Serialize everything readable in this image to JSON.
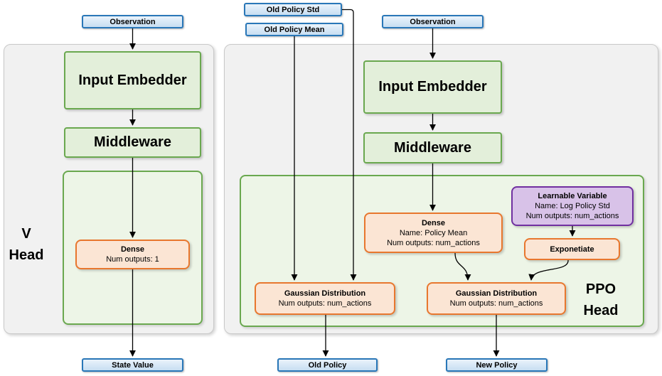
{
  "colors": {
    "blue_fill_top": "#eaf3fb",
    "blue_fill_bottom": "#c7def2",
    "blue_border": "#2977b8",
    "green_fill": "#e3efda",
    "green_border": "#6aa84f",
    "container_fill": "#edf5e7",
    "orange_fill": "#fbe5d4",
    "orange_border": "#e8772e",
    "purple_fill": "#d8c2e8",
    "purple_border": "#7030a0",
    "panel_fill": "#f1f1f1",
    "panel_border": "#c9c9c9",
    "arrow_color": "#000000"
  },
  "v": {
    "observation": "Observation",
    "input_embedder": "Input Embedder",
    "middleware": "Middleware",
    "head_line1": "V",
    "head_line2": "Head",
    "dense": {
      "title": "Dense",
      "outputs": "Num outputs: 1"
    },
    "output": "State Value"
  },
  "ppo": {
    "old_policy_std": "Old Policy Std",
    "old_policy_mean": "Old Policy Mean",
    "observation": "Observation",
    "input_embedder": "Input Embedder",
    "middleware": "Middleware",
    "dense": {
      "title": "Dense",
      "name": "Name: Policy Mean",
      "outputs": "Num outputs: num_actions"
    },
    "learnable": {
      "title": "Learnable Variable",
      "name": "Name: Log Policy Std",
      "outputs": "Num outputs: num_actions"
    },
    "exponetiate": "Exponetiate",
    "gaussian_old": {
      "title": "Gaussian Distribution",
      "outputs": "Num outputs: num_actions"
    },
    "gaussian_new": {
      "title": "Gaussian Distribution",
      "outputs": "Num outputs: num_actions"
    },
    "head_line1": "PPO",
    "head_line2": "Head",
    "old_policy_output": "Old Policy",
    "new_policy_output": "New Policy"
  }
}
